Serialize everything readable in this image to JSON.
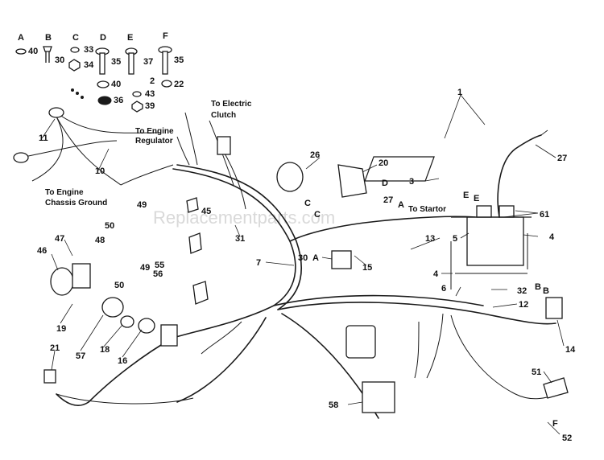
{
  "watermark": "Replacementparts.com",
  "hardware_letters": [
    "A",
    "B",
    "C",
    "D",
    "E",
    "F"
  ],
  "hardware_numbers": {
    "n40a": "40",
    "n30": "30",
    "n33": "33",
    "n34": "34",
    "n35a": "35",
    "n37": "37",
    "n35b": "35",
    "n40b": "40",
    "n2": "2",
    "n22": "22",
    "n36": "36",
    "n43": "43",
    "n39": "39"
  },
  "notes": {
    "electric_clutch_1": "To Electric",
    "electric_clutch_2": "Clutch",
    "engine_regulator_1": "To Engine",
    "engine_regulator_2": "Regulator",
    "chassis_ground_1": "To Engine",
    "chassis_ground_2": "Chassis Ground",
    "to_startor": "To Startor"
  },
  "callouts": {
    "c1": "1",
    "c27a": "27",
    "c26": "26",
    "c20": "20",
    "c3": "3",
    "cE1": "E",
    "cE2": "E",
    "c61": "61",
    "cD": "D",
    "cC1": "C",
    "cC2": "C",
    "c27b": "27",
    "cA1": "A",
    "c11": "11",
    "c10": "10",
    "c45": "45",
    "c49a": "49",
    "c50a": "50",
    "c31": "31",
    "c13": "13",
    "c5": "5",
    "c4a": "4",
    "c47": "47",
    "c48": "48",
    "c7": "7",
    "c30": "30",
    "cA2": "A",
    "c15": "15",
    "c4b": "4",
    "c46": "46",
    "c49b": "49",
    "c55": "55",
    "c56": "56",
    "c50b": "50",
    "c6": "6",
    "c32": "32",
    "cB1": "B",
    "cB2": "B",
    "c12": "12",
    "c19": "19",
    "c57": "57",
    "c18": "18",
    "c16": "16",
    "c14": "14",
    "c21": "21",
    "c51": "51",
    "c58": "58",
    "cF": "F",
    "c52": "52"
  }
}
